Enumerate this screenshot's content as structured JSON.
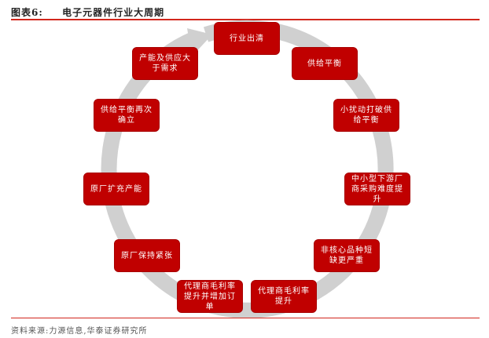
{
  "header": {
    "figure_label": "图表6:",
    "title": "电子元器件行业大周期"
  },
  "colors": {
    "accent": "#d2261c",
    "box_fill": "#c00000",
    "ring": "#d0d0d0",
    "box_text": "#ffffff"
  },
  "cycle": {
    "direction": "clockwise",
    "steps": [
      {
        "label": "行业出清"
      },
      {
        "label": "供给平衡"
      },
      {
        "label": "小扰动打破供给平衡"
      },
      {
        "label": "中小型下游厂商采购难度提升"
      },
      {
        "label": "非核心品种短缺更严重"
      },
      {
        "label": "代理商毛利率提升"
      },
      {
        "label": "代理商毛利率提升并增加订单"
      },
      {
        "label": "原厂保持紧张"
      },
      {
        "label": "原厂扩充产能"
      },
      {
        "label": "供给平衡再次确立"
      },
      {
        "label": "产能及供应大于需求"
      }
    ]
  },
  "footer": {
    "source": "资料来源:力源信息,华泰证券研究所"
  }
}
